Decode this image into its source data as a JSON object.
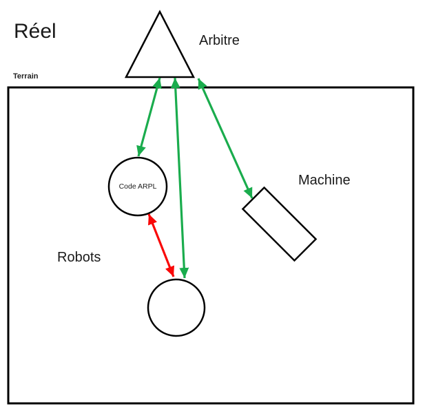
{
  "labels": {
    "reel": "Réel",
    "arbitre": "Arbitre",
    "terrain": "Terrain",
    "machine": "Machine",
    "robots": "Robots",
    "code_arpl": "Code ARPL"
  },
  "colors": {
    "green_arrow": "#1aac4d",
    "red_arrow": "#f90808",
    "outline": "#000000",
    "text": "#1a1a1a",
    "background": "#ffffff"
  },
  "nodes": [
    {
      "id": "reel",
      "label": "Réel",
      "shape": "text-only"
    },
    {
      "id": "arbitre",
      "label": "Arbitre",
      "shape": "triangle"
    },
    {
      "id": "terrain",
      "label": "Terrain",
      "shape": "boundary-rectangle"
    },
    {
      "id": "code-arpl",
      "label": "Code ARPL",
      "shape": "circle"
    },
    {
      "id": "robots",
      "label": "Robots",
      "shape": "circle"
    },
    {
      "id": "machine",
      "label": "Machine",
      "shape": "rotated-rectangle"
    }
  ],
  "edges": [
    {
      "from": "arbitre",
      "to": "code-arpl",
      "color": "green",
      "bidirectional": true
    },
    {
      "from": "arbitre",
      "to": "robots",
      "color": "green",
      "bidirectional": true
    },
    {
      "from": "arbitre",
      "to": "machine",
      "color": "green",
      "bidirectional": true
    },
    {
      "from": "code-arpl",
      "to": "robots",
      "color": "red",
      "bidirectional": true
    }
  ]
}
